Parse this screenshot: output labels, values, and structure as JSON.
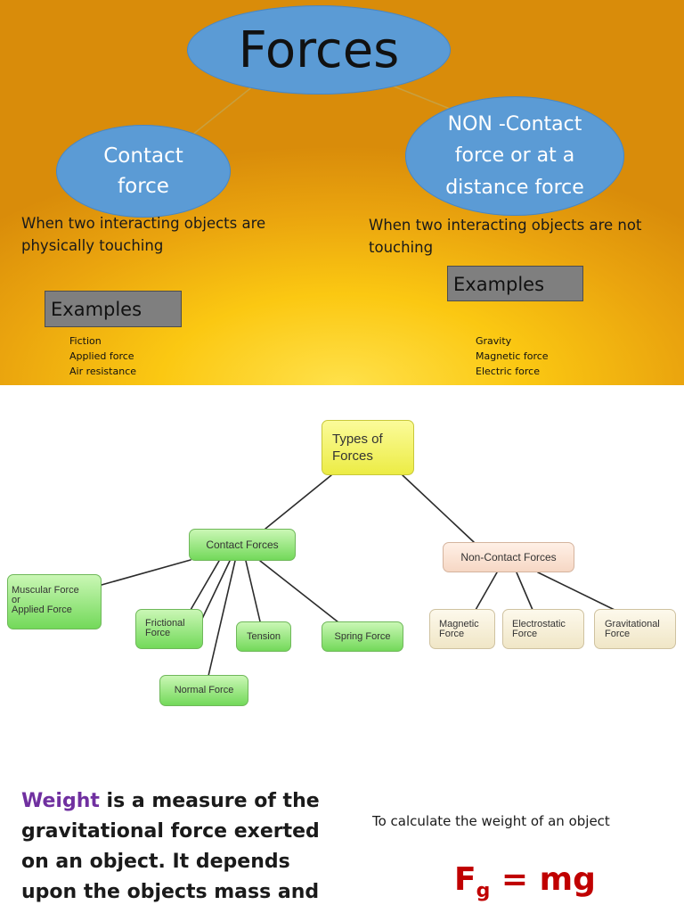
{
  "top_panel": {
    "title": "Forces",
    "contact_ellipse": "Contact\nforce",
    "noncontact_ellipse": "NON -Contact\nforce or at a\ndistance force",
    "contact_desc": " When two interacting objects are\nphysically touching",
    "noncontact_desc": " When two interacting objects are not\ntouching",
    "contact_examples_label": "Examples",
    "noncontact_examples_label": "Examples",
    "contact_examples": [
      "Fiction",
      "Applied force",
      "Air resistance"
    ],
    "noncontact_examples": [
      "Gravity",
      "Magnetic force",
      "Electric force"
    ]
  },
  "concept_map": {
    "root": "Types of\nForces",
    "contact": "Contact Forces",
    "noncontact": "Non-Contact Forces",
    "contact_children": {
      "muscular": "Muscular Force\n   or\nApplied Force",
      "frictional": "Frictional\nForce",
      "tension": "Tension",
      "spring": "Spring Force",
      "normal": "Normal Force"
    },
    "noncontact_children": {
      "magnetic": "Magnetic\nForce",
      "electrostatic": "Electrostatic\nForce",
      "gravitational": "Gravitational\nForce"
    }
  },
  "weight": {
    "highlight": "Weight",
    "text": " is a measure of the gravitational force exerted on an object.  It depends upon the objects mass and",
    "calc_label": "To calculate the weight of an object",
    "formula_main": "F",
    "formula_sub": "g",
    "formula_rest": " = mg"
  },
  "colors": {
    "ellipse_blue": "#5b9bd5",
    "weight_purple": "#7030a0",
    "formula_red": "#c00000",
    "contact_green": "#73d95a",
    "root_yellow": "#ecec45"
  }
}
